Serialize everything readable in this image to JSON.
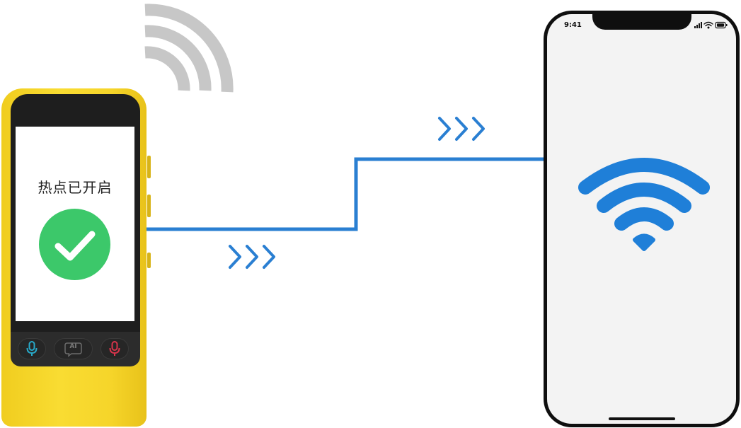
{
  "device": {
    "status_text": "热点已开启",
    "ai_button_label": "AI",
    "colors": {
      "body": "#f9dc32",
      "check": "#3cc86a",
      "mic_left": "#27a9c9",
      "mic_right": "#d8344b"
    }
  },
  "connection": {
    "line_color": "#2a7fd2",
    "arrow_glyph": "chevron-triple"
  },
  "phone": {
    "time": "9:41",
    "status_icons": [
      "signal-bars-icon",
      "wifi-icon",
      "battery-icon"
    ],
    "screen_icon": "wifi-icon",
    "wifi_color": "#1f7fd8"
  },
  "signal_indicator": {
    "icon": "broadcast-icon",
    "color": "#c7c7c7"
  }
}
